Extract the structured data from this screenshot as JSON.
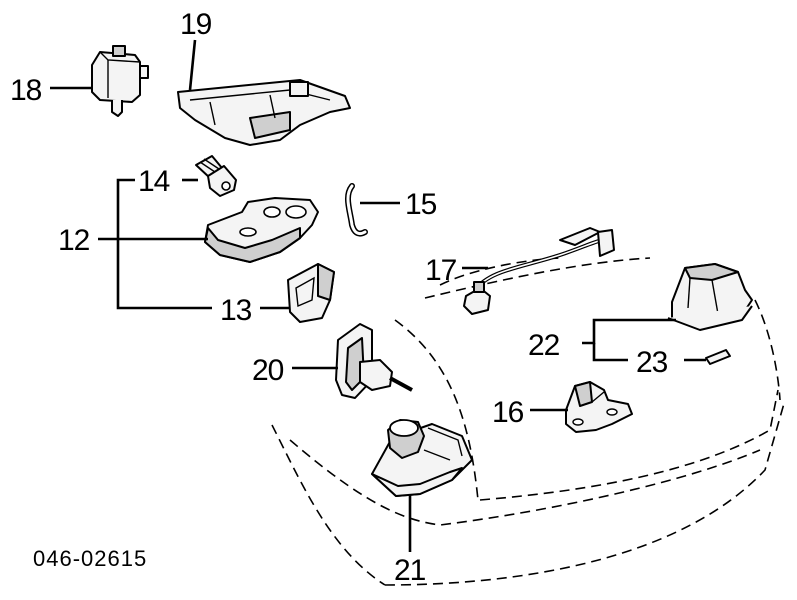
{
  "callouts": [
    "19",
    "18",
    "14",
    "15",
    "12",
    "17",
    "13",
    "22",
    "20",
    "23",
    "16",
    "21"
  ],
  "part_code": "046-02615"
}
